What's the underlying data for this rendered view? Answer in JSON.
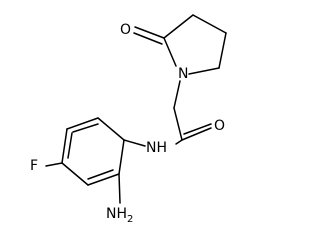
{
  "molecule": {
    "atoms": {
      "fluorine": "F",
      "amide_nitrogen": "NH",
      "amine": {
        "main": "NH",
        "subscript": "2"
      },
      "ketone_oxygen": "O",
      "amide_oxygen": "O",
      "ring_nitrogen": "N"
    }
  }
}
